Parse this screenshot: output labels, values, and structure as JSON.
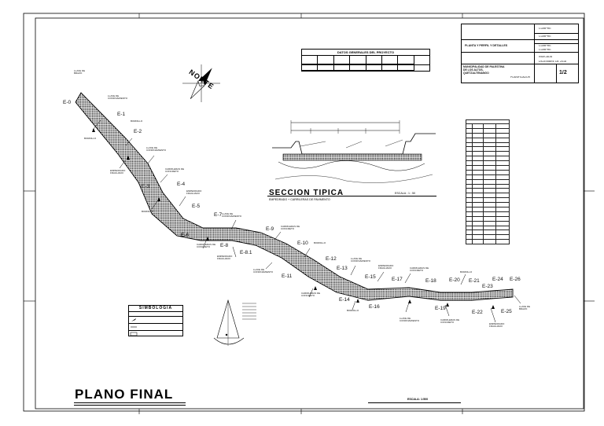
{
  "drawing_title": "PLANO FINAL",
  "scale_caption": "ESCALA: 1:500",
  "typical_section": {
    "title": "SECCION TIPICA",
    "caption": "EMPEDRADO + CARRILERAS DE PAVIMENTO",
    "scale": "ESCALA : 1 : 50"
  },
  "north_label": "NORTE",
  "project_data": {
    "title": "DATOS GENERALES DEL PROYECTO",
    "columns": [
      "",
      "",
      "",
      "",
      "",
      "",
      "",
      ""
    ],
    "values": [
      "",
      "",
      "",
      "",
      "",
      "",
      "",
      ""
    ]
  },
  "symbology": {
    "title": "SIMBOLOGIA",
    "header": "",
    "rows": [
      {
        "desc": ""
      },
      {
        "desc": ""
      },
      {
        "desc": ""
      }
    ]
  },
  "title_block": {
    "project": "",
    "sheet_content": "PLANTA Y PERFIL Y DETALLES",
    "location": "",
    "owner": "MUNICIPALIDAD DE PALESTINA DE LOS ALTOS, QUETZALTENANGO",
    "planner": "PLANIFICADOR",
    "sheet_no": "1/2",
    "date": "DICIEMBRE DE 2018",
    "scale": "INDICADA",
    "fields": [
      "COMPRE",
      "COMPRE",
      "COMPRE",
      "COMPRE"
    ]
  },
  "stations": [
    "E-0",
    "E-1",
    "E-2",
    "E-3",
    "E-4",
    "E-5",
    "E-6",
    "E-7",
    "E-8",
    "E-8.1",
    "E-9",
    "E-10",
    "E-11",
    "E-12",
    "E-13",
    "E-14",
    "E-15",
    "E-16",
    "E-17",
    "E-18",
    "E-19",
    "E-20",
    "E-21",
    "E-22",
    "E-23",
    "E-24",
    "E-25",
    "E-26"
  ],
  "annotations": {
    "llave_brazo": "LLAVE DE BRAZO",
    "llave_conf": "LLAVE DE CONFINAMIENTO",
    "bordillo": "BORDILLO",
    "empedrado": "EMPEDRADO FRAGUADO",
    "carrileras": "CARRILERAS DE CONCRETO"
  },
  "coord_table": {
    "rows": 26,
    "columns": 4
  }
}
